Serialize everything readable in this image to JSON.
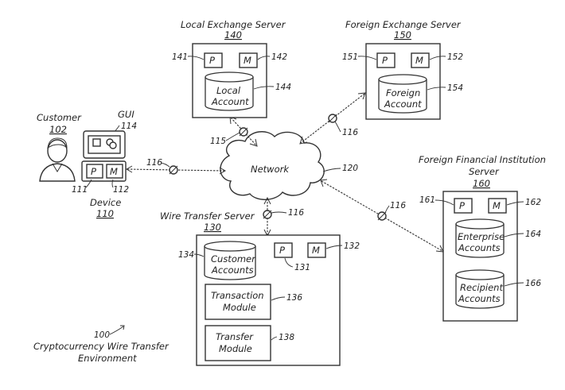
{
  "customer": {
    "name": "Customer",
    "ref": "102"
  },
  "gui": {
    "name": "GUI",
    "ref": "114"
  },
  "device": {
    "name": "Device",
    "ref": "110",
    "p_label": "P",
    "m_label": "M",
    "p_ref": "111",
    "m_ref": "112"
  },
  "network": {
    "name": "Network",
    "ref": "120"
  },
  "link_ref": "116",
  "link_ref_local": "115",
  "local_exchange": {
    "title": "Local Exchange Server",
    "ref": "140",
    "p_label": "P",
    "m_label": "M",
    "p_ref": "141",
    "m_ref": "142",
    "db_line1": "Local",
    "db_line2": "Account",
    "db_ref": "144"
  },
  "foreign_exchange": {
    "title": "Foreign Exchange Server",
    "ref": "150",
    "p_label": "P",
    "m_label": "M",
    "p_ref": "151",
    "m_ref": "152",
    "db_line1": "Foreign",
    "db_line2": "Account",
    "db_ref": "154"
  },
  "foreign_institution": {
    "title_line1": "Foreign Financial Institution",
    "title_line2": "Server",
    "ref": "160",
    "p_label": "P",
    "m_label": "M",
    "p_ref": "161",
    "m_ref": "162",
    "db1_line1": "Enterprise",
    "db1_line2": "Accounts",
    "db1_ref": "164",
    "db2_line1": "Recipient",
    "db2_line2": "Accounts",
    "db2_ref": "166"
  },
  "wire_transfer": {
    "title": "Wire Transfer Server",
    "ref": "130",
    "p_label": "P",
    "m_label": "M",
    "p_ref": "131",
    "m_ref": "132",
    "db_line1": "Customer",
    "db_line2": "Accounts",
    "db_ref": "134",
    "module1_line1": "Transaction",
    "module1_line2": "Module",
    "module1_ref": "136",
    "module2_line1": "Transfer",
    "module2_line2": "Module",
    "module2_ref": "138"
  },
  "environment": {
    "ref": "100",
    "line1": "Cryptocurrency Wire Transfer",
    "line2": "Environment"
  }
}
